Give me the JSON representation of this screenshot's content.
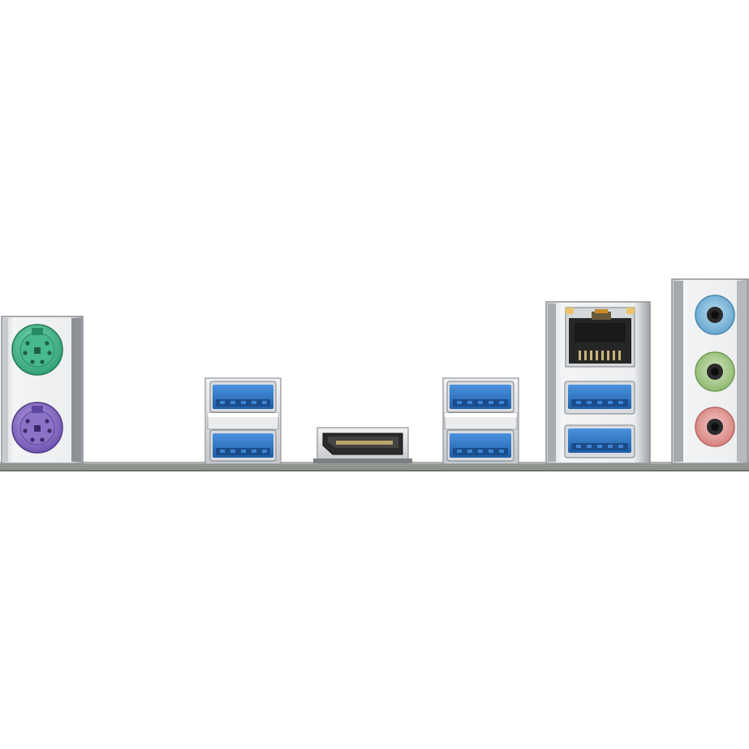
{
  "scene": {
    "background": "#ffffff",
    "board_color": "#8f958c"
  },
  "colors": {
    "ps2_mouse": "#3fb58a",
    "ps2_keyboard": "#8a6ec3",
    "usb3_blue": "#2f78c8",
    "usb3_blue_dark": "#1f4f8f",
    "metal_light": "#e6e8ea",
    "metal_mid": "#b9bcc0",
    "metal_dark": "#6b6e72",
    "audio_line_in": "#7ab8dc",
    "audio_line_out": "#a8c98a",
    "audio_mic": "#e29a97",
    "rj45_black": "#262626",
    "dp_black": "#2b2b2b"
  },
  "ports": [
    {
      "id": "ps2-mouse",
      "kind": "PS/2",
      "color": "ps2_mouse"
    },
    {
      "id": "ps2-keyboard",
      "kind": "PS/2",
      "color": "ps2_keyboard"
    },
    {
      "id": "usb-stack-1",
      "kind": "USB 3.0",
      "count": 2
    },
    {
      "id": "displayport",
      "kind": "DisplayPort"
    },
    {
      "id": "usb-stack-2",
      "kind": "USB 3.0",
      "count": 2
    },
    {
      "id": "lan-usb-combo",
      "kind": "RJ45 + USB 3.0",
      "count": 2
    },
    {
      "id": "audio-jacks",
      "kind": "3.5mm audio",
      "count": 3
    }
  ]
}
